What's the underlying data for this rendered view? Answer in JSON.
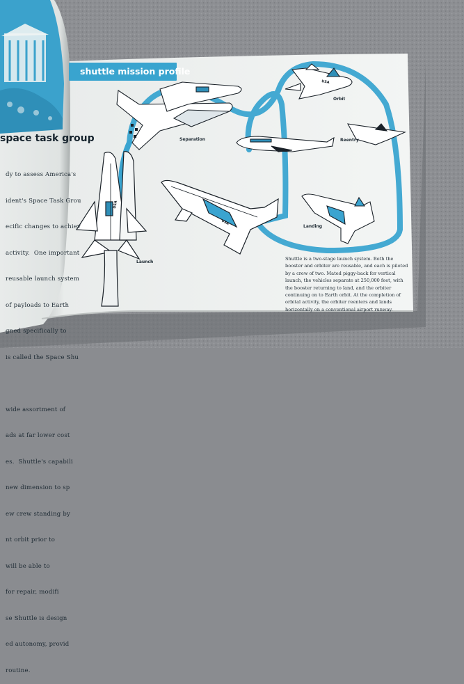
{
  "heading": "shuttle mission profile",
  "left_page": {
    "heading": "space task group",
    "lines": [
      "dy to assess America's",
      "ident's Space Task Grou",
      "ecific changes to achiev",
      "activity.  One important",
      "reusable launch system",
      "of payloads to Earth",
      "gned specifically to",
      "is called the Space Shu",
      "",
      "wide assortment of",
      "ads at far lower cost",
      "es.  Shuttle's capabili",
      "new dimension to sp",
      "ew crew standing by",
      "nt orbit prior to",
      "will be able to",
      "for repair, modifi",
      "se Shuttle is design",
      "ed autonomy, provid",
      "routine."
    ]
  },
  "stages": {
    "separation": "Separation",
    "orbit": "Orbit",
    "reentry": "Reentry",
    "launch": "Launch",
    "landing": "Landing"
  },
  "vehicle_markings": {
    "usa": "USA"
  },
  "caption": "Shuttle is a two-stage launch system.  Both the booster and orbiter are reusable, and each is piloted by a crew of two.  Mated piggy-back for vertical launch, the vehicles separate at 250,000 feet, with the booster returning to land, and the orbiter continuing on to Earth orbit.  At the completion of orbital activity, the orbiter reenters and lands horizontally on a conventional airport runway.",
  "colors": {
    "accent_blue": "#39a4cf",
    "page": "#f1f4f3",
    "background": "#8a8c90",
    "ink": "#1e2a33"
  }
}
